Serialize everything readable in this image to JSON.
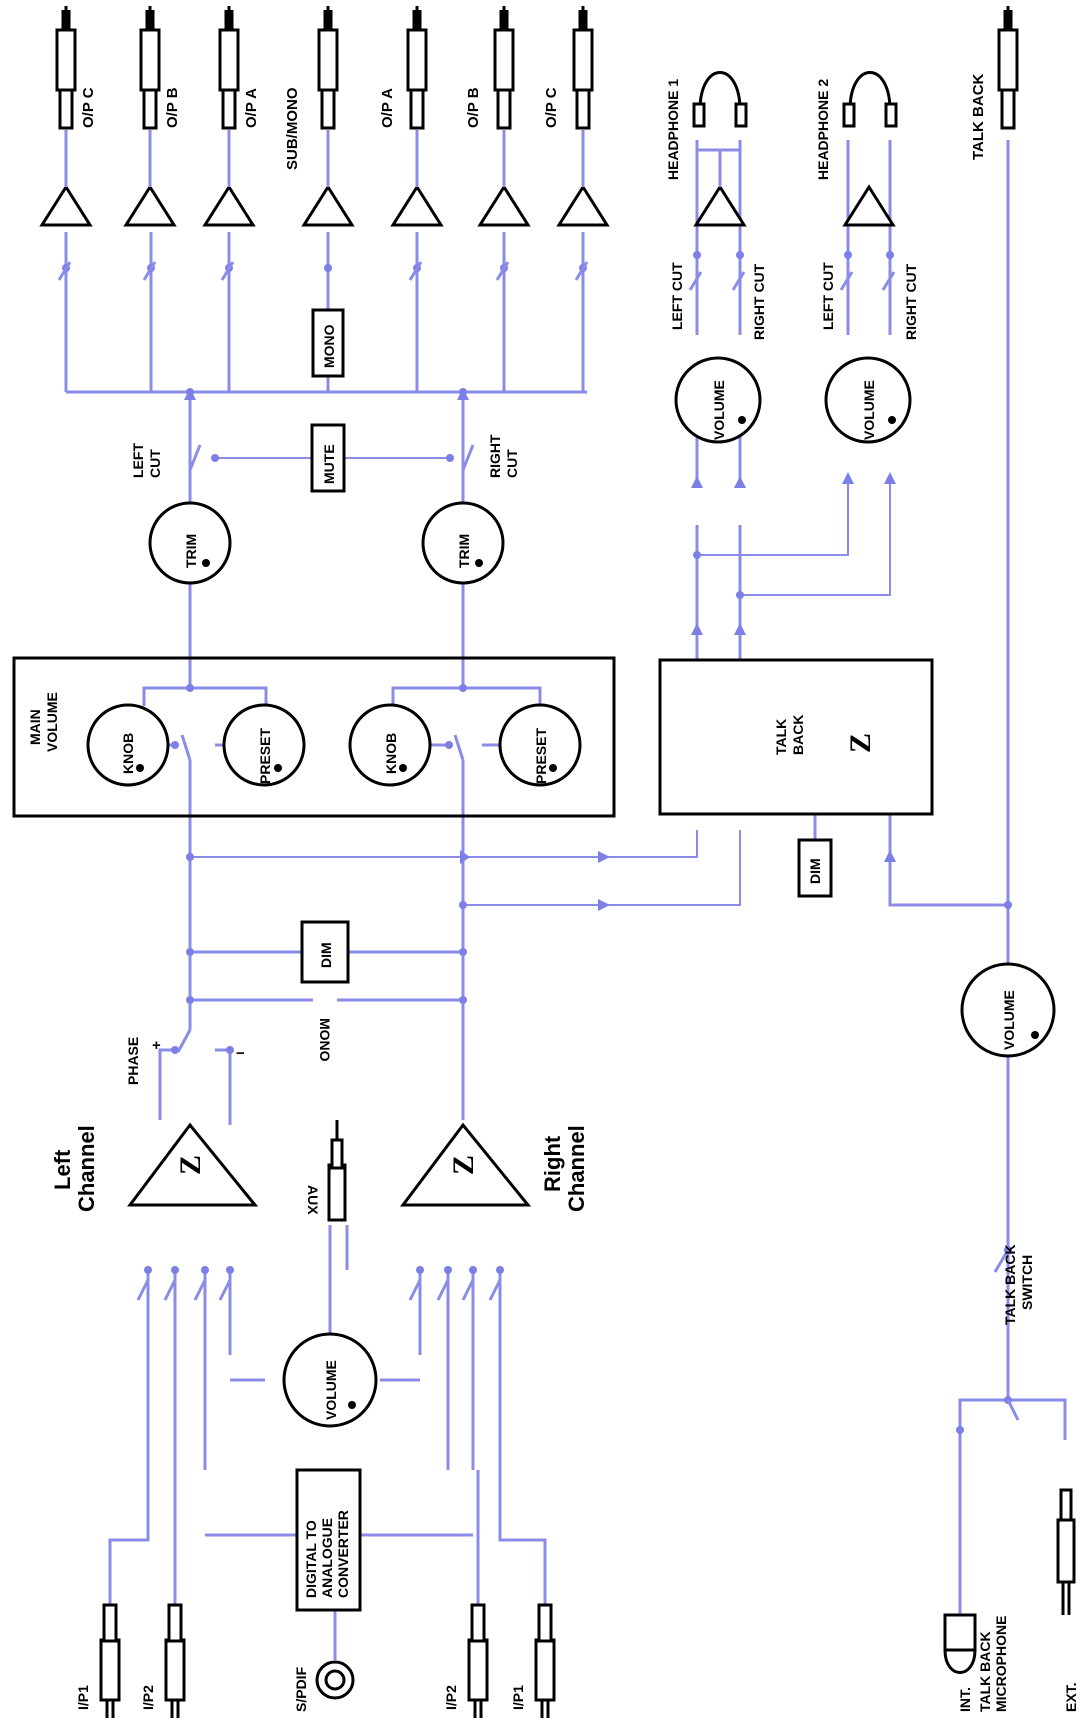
{
  "outputs": {
    "left_ops": [
      "O/P C",
      "O/P B",
      "O/P A"
    ],
    "sub_mono": "SUB/MONO",
    "right_ops": [
      "O/P A",
      "O/P B",
      "O/P C"
    ],
    "headphone1": "HEADPHONE 1",
    "headphone2": "HEADPHONE 2",
    "talkback_out": "TALK BACK"
  },
  "boxes": {
    "mono": "MONO",
    "mute": "MUTE",
    "dim_main": "DIM",
    "dim_talkback": "DIM",
    "dac": [
      "DIGITAL TO",
      "ANALOGUE",
      "CONVERTER"
    ],
    "main_volume": [
      "MAIN",
      "VOLUME"
    ],
    "talkback_block": [
      "TALK",
      "BACK"
    ],
    "z_symbol": "Z"
  },
  "labels": {
    "left_cut": [
      "LEFT",
      "CUT"
    ],
    "right_cut": [
      "RIGHT",
      "CUT"
    ],
    "hp_left_cut": "LEFT CUT",
    "hp_right_cut": "RIGHT CUT",
    "phase": "PHASE",
    "plus": "+",
    "minus": "−",
    "mono_switch": "MONO",
    "aux": "AUX",
    "left_channel": [
      "Left",
      "Channel"
    ],
    "right_channel": [
      "Right",
      "Channel"
    ],
    "talkback_switch": [
      "TALK BACK",
      "SWITCH"
    ],
    "talkback_mic": [
      "TALK BACK",
      "MICROPHONE"
    ],
    "int": "INT.",
    "ext": "EXT."
  },
  "knobs": {
    "trim": "TRIM",
    "knob": "KNOB",
    "preset": "PRESET",
    "volume": "VOLUME"
  },
  "inputs": {
    "left": [
      "I/P1",
      "I/P2"
    ],
    "spdif": "S/PDIF",
    "right": [
      "I/P2",
      "I/P1"
    ]
  },
  "colors": {
    "wire": "#8a8ce8",
    "ink": "#000000",
    "background": "#ffffff"
  }
}
